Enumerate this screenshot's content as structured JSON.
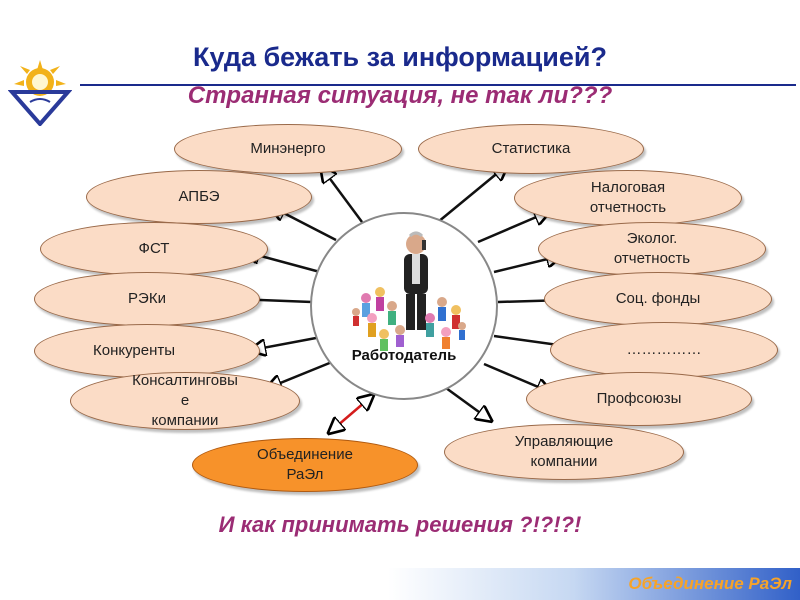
{
  "header": {
    "title": "Куда бежать за информацией?",
    "subtitle": "Странная ситуация, не так ли???"
  },
  "center": {
    "label": "Работодатель"
  },
  "nodes": [
    {
      "id": "minenergo",
      "label": "Минэнерго"
    },
    {
      "id": "apbe",
      "label": "АПБЭ"
    },
    {
      "id": "fst",
      "label": "ФСТ"
    },
    {
      "id": "reki",
      "label": "РЭКи"
    },
    {
      "id": "competitors",
      "label": "Конкуренты"
    },
    {
      "id": "consulting",
      "label": "Консалтинговы\nе\nкомпании"
    },
    {
      "id": "rael",
      "label": "Объединение\nРаЭл"
    },
    {
      "id": "statistics",
      "label": "Статистика"
    },
    {
      "id": "tax",
      "label": "Налоговая\nотчетность"
    },
    {
      "id": "eco",
      "label": "Эколог.\nотчетность"
    },
    {
      "id": "social",
      "label": "Соц. фонды"
    },
    {
      "id": "ellipsis",
      "label": "……………"
    },
    {
      "id": "unions",
      "label": "Профсоюзы"
    },
    {
      "id": "management",
      "label": "Управляющие\nкомпании"
    }
  ],
  "question": "И как принимать решения ?!?!?!",
  "footer": {
    "text": "Объединение РаЭл"
  },
  "colors": {
    "title": "#1a2a8c",
    "accent": "#9b2c74",
    "oval_fill": "#fbdcc6",
    "highlight_fill": "#f7922a",
    "footer_text": "#f7a328"
  },
  "icons": [
    "sun-triangle-logo-icon",
    "businessman-with-phone-icon",
    "crowd-of-people-icon"
  ]
}
